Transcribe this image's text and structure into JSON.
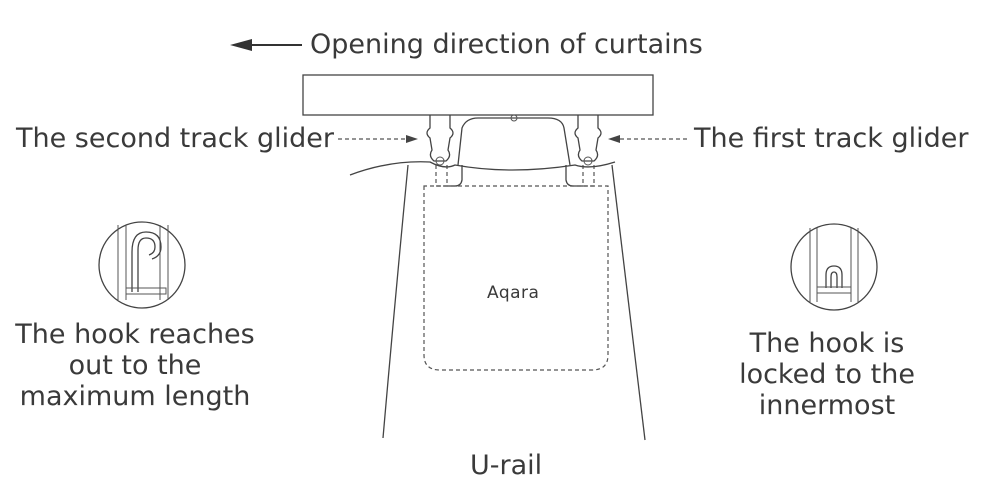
{
  "labels": {
    "opening_direction": "Opening direction of curtains",
    "second_glider": "The second track glider",
    "first_glider": "The first track glider",
    "hook_max_line1": "The hook reaches",
    "hook_max_line2": "out to the",
    "hook_max_line3": "maximum length",
    "hook_locked_line1": "The hook is",
    "hook_locked_line2": "locked to the",
    "hook_locked_line3": "innermost",
    "u_rail": "U-rail",
    "brand": "Aqara"
  }
}
